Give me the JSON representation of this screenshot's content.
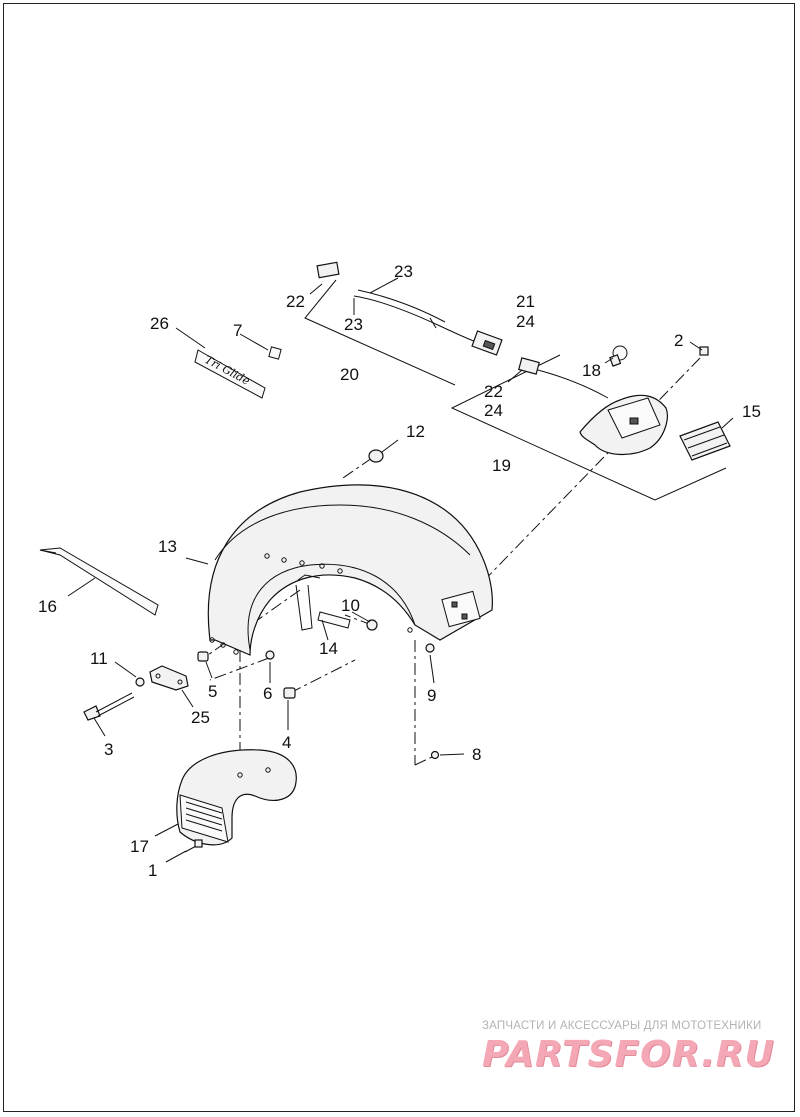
{
  "diagram": {
    "callouts": [
      "1",
      "2",
      "3",
      "4",
      "5",
      "6",
      "7",
      "8",
      "9",
      "10",
      "11",
      "12",
      "13",
      "14",
      "15",
      "16",
      "17",
      "18",
      "19",
      "20",
      "21",
      "22",
      "23",
      "24",
      "25",
      "26"
    ],
    "callout_22a": "22",
    "callout_23b": "23",
    "callout_24b": "24",
    "emblem_script": "Tri Glide"
  },
  "watermark": {
    "subtitle": "ЗАПЧАСТИ И АКСЕССУАРЫ ДЛЯ МОТОТЕХНИКИ",
    "logo": "PARTSFOR.RU"
  },
  "colors": {
    "line": "#111111",
    "watermark_text": "#b3b3b3",
    "watermark_logo": "#f4a7b5"
  }
}
